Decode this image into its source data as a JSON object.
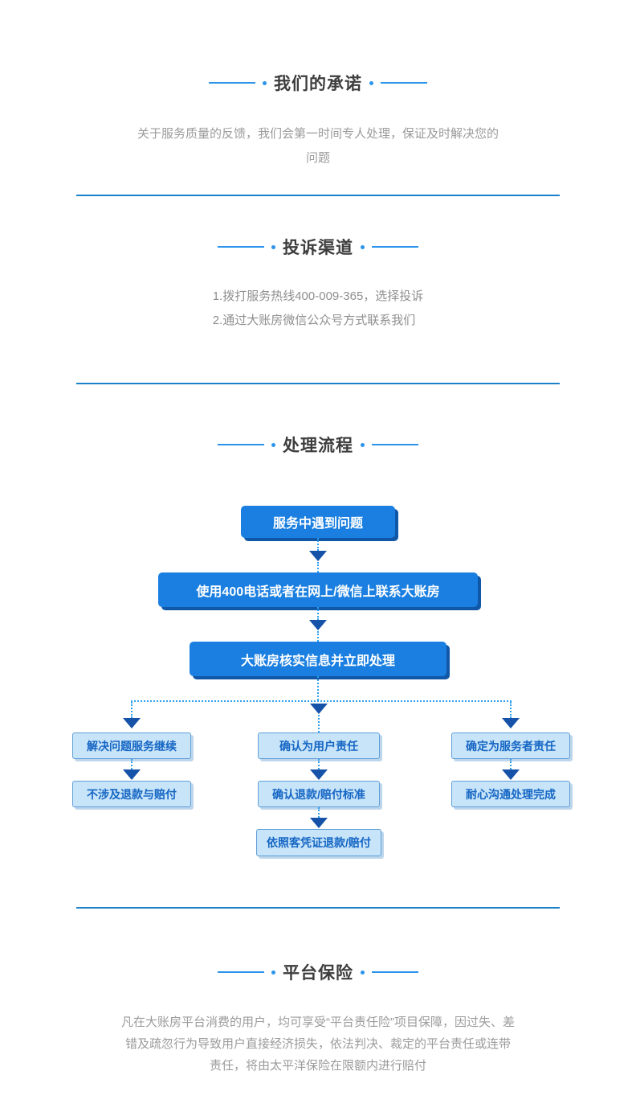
{
  "sections": {
    "promise": {
      "title": "我们的承诺",
      "description": "关于服务质量的反馈，我们会第一时间专人处理，保证及时解决您的问题"
    },
    "channels": {
      "title": "投诉渠道",
      "items": [
        "1.拨打服务热线400-009-365，选择投诉",
        "2.通过大账房微信公众号方式联系我们"
      ]
    },
    "process": {
      "title": "处理流程",
      "flow": {
        "step1": "服务中遇到问题",
        "step2": "使用400电话或者在网上/微信上联系大账房",
        "step3": "大账房核实信息并立即处理",
        "branches": [
          {
            "steps": [
              "解决问题服务继续",
              "不涉及退款与赔付"
            ]
          },
          {
            "steps": [
              "确认为用户责任",
              "确认退款/赔付标准",
              "依照客凭证退款/赔付"
            ]
          },
          {
            "steps": [
              "确定为服务者责任",
              "耐心沟通处理完成"
            ]
          }
        ]
      }
    },
    "insurance": {
      "title": "平台保险",
      "description": "凡在大账房平台消费的用户，均可享受“平台责任险”项目保障，因过失、差错及疏忽行为导致用户直接经济损失，依法判决、裁定的平台责任或连带责任，将由太平洋保险在限额内进行赔付"
    }
  },
  "colors": {
    "accent_blue": "#2b94ea",
    "divider_blue": "#1a82ca",
    "solid_box_fill": "#1a7fe0",
    "solid_box_shadow": "#1157a8",
    "light_box_fill": "#c7e4f9",
    "light_box_border": "#5f9fd8",
    "light_box_text": "#1566c4",
    "arrowhead_navy": "#1552a8",
    "dash_blue": "#2f9ff0",
    "body_text_gray": "#9b9b9b",
    "title_dark": "#3d3d3d"
  }
}
